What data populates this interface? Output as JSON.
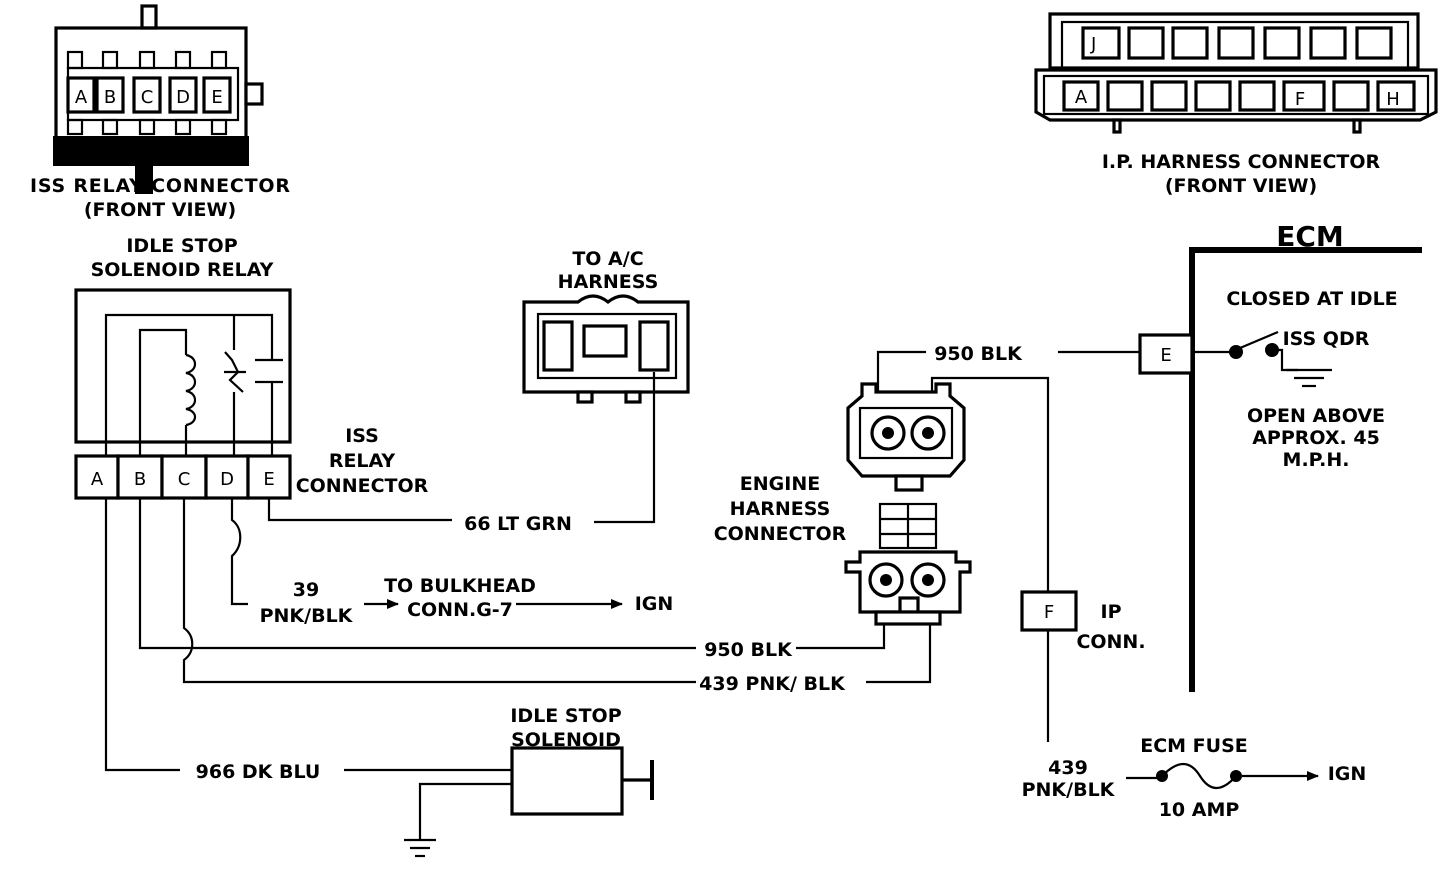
{
  "iss_relay_connector": {
    "title_line1": "ISS RELAY CONNECTOR",
    "title_line2": "(FRONT VIEW)",
    "pins": [
      "A",
      "B",
      "C",
      "D",
      "E"
    ]
  },
  "ip_harness_connector": {
    "title_line1": "I.P. HARNESS CONNECTOR",
    "title_line2": "(FRONT VIEW)",
    "top_pin": "J",
    "bottom_pins": [
      "A",
      "F",
      "H"
    ]
  },
  "relay": {
    "title_line1": "IDLE STOP",
    "title_line2": "SOLENOID RELAY",
    "pins": [
      "A",
      "B",
      "C",
      "D",
      "E"
    ]
  },
  "relay_connector_label": {
    "line1": "ISS",
    "line2": "RELAY",
    "line3": "CONNECTOR"
  },
  "ac_harness": {
    "line1": "TO A/C",
    "line2": "HARNESS"
  },
  "engine_harness": {
    "line1": "ENGINE",
    "line2": "HARNESS",
    "line3": "CONNECTOR"
  },
  "ecm": {
    "title": "ECM",
    "pin": "E",
    "switch_label": "ISS QDR",
    "closed_label": "CLOSED AT IDLE",
    "open_line1": "OPEN ABOVE",
    "open_line2": "APPROX. 45",
    "open_line3": "M.P.H."
  },
  "ip_conn": {
    "pin": "F",
    "line1": "IP",
    "line2": "CONN."
  },
  "wires": {
    "w950_top": "950 BLK",
    "w66": "66 LT GRN",
    "w39_num": "39",
    "w39_color": "PNK/BLK",
    "bulkhead_line1": "TO BULKHEAD",
    "bulkhead_line2": "CONN.G-7",
    "ign1": "IGN",
    "w950_bottom": "950 BLK",
    "w439": "439 PNK/ BLK",
    "w966": "966  DK BLU",
    "w439_num": "439",
    "w439_color": "PNK/BLK"
  },
  "solenoid": {
    "line1": "IDLE STOP",
    "line2": "SOLENOID"
  },
  "fuse": {
    "title": "ECM FUSE",
    "rating": "10 AMP",
    "ign": "IGN"
  }
}
